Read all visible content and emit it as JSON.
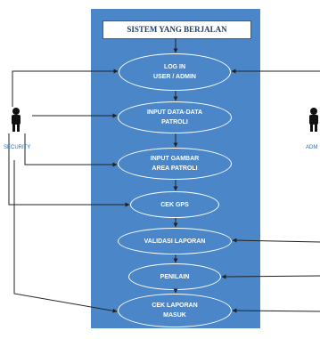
{
  "system": {
    "title": "SISTEM YANG BERJALAN"
  },
  "actors": {
    "security": {
      "label": "SECURITY",
      "icon": "person-icon"
    },
    "admin": {
      "label": "ADM",
      "icon": "person-icon"
    }
  },
  "use_cases": [
    {
      "line1": "LOG IN",
      "line2": "USER / ADMIN"
    },
    {
      "line1": "INPUT DATA-DATA",
      "line2": "PATROLI"
    },
    {
      "line1": "INPUT GAMBAR",
      "line2": "AREA PATROLI"
    },
    {
      "line1": "CEK GPS",
      "line2": ""
    },
    {
      "line1": "VALIDASI LAPORAN",
      "line2": ""
    },
    {
      "line1": "PENILAIN",
      "line2": ""
    },
    {
      "line1": "CEK LAPORAN",
      "line2": "MASUK"
    }
  ],
  "colors": {
    "system_fill": "#4a86c8",
    "line": "#222222",
    "actor_text": "#2f6db5"
  }
}
